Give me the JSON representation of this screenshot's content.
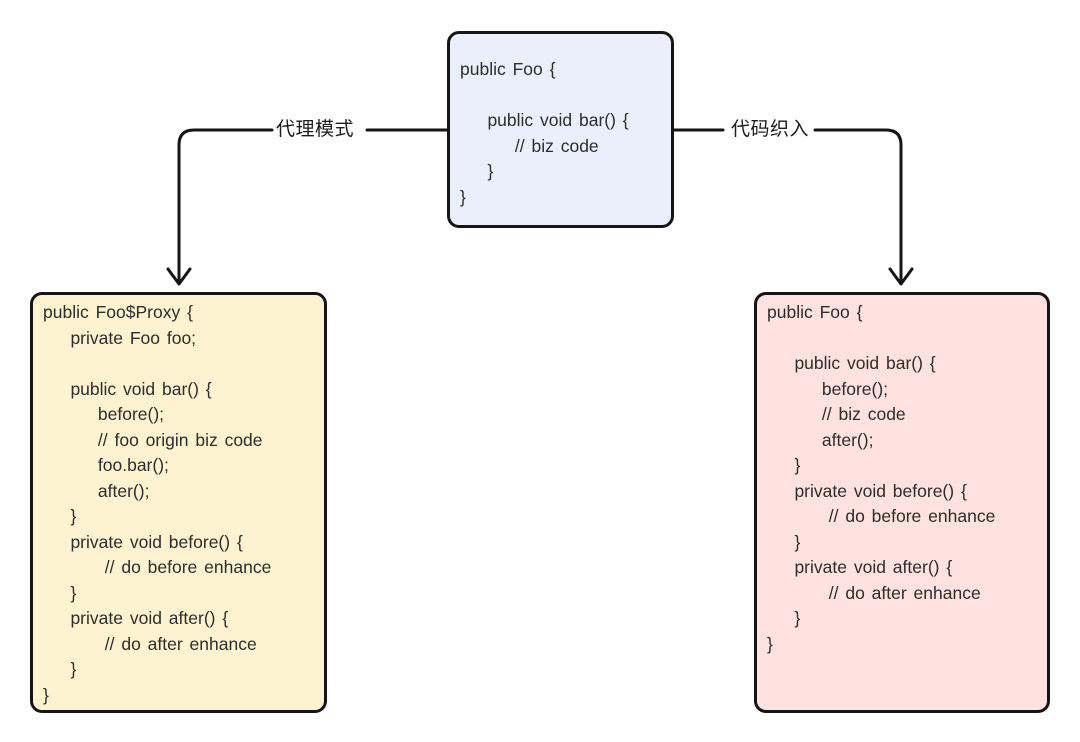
{
  "canvas": {
    "background": "#ffffff",
    "line_color": "#151515",
    "border_color": "#151515",
    "code_text_color": "#2d2d2d",
    "label_text_color": "#1c1c1c"
  },
  "connectors": {
    "left": {
      "label": "代理模式"
    },
    "right": {
      "label": "代码织入"
    }
  },
  "boxes": {
    "source": {
      "bg": "#ebeffb",
      "code": [
        "public Foo {",
        "",
        "    public void bar() {",
        "        // biz code",
        "    }",
        "}"
      ]
    },
    "proxy": {
      "bg": "#fdf3d1",
      "code": [
        "public Foo$Proxy {",
        "    private Foo foo;",
        "",
        "    public void bar() {",
        "        before();",
        "        // foo origin biz code",
        "        foo.bar();",
        "        after();",
        "    }",
        "    private void before() {",
        "         // do before enhance",
        "    }",
        "    private void after() {",
        "         // do after enhance",
        "    }",
        "}"
      ]
    },
    "woven": {
      "bg": "#fde2df",
      "code": [
        "public Foo {",
        "",
        "    public void bar() {",
        "        before();",
        "        // biz code",
        "        after();",
        "    }",
        "    private void before() {",
        "         // do before enhance",
        "    }",
        "    private void after() {",
        "         // do after enhance",
        "    }",
        "}"
      ]
    }
  }
}
